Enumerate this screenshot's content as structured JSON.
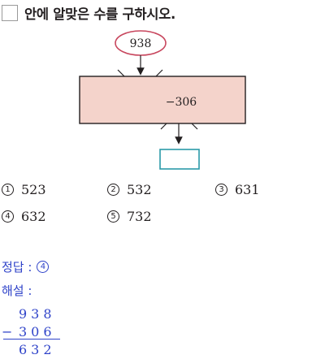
{
  "question": {
    "text": "안에 알맞은 수를 구하시오."
  },
  "diagram": {
    "input_value": "938",
    "operation": "−306",
    "answer_box": ""
  },
  "choices": [
    {
      "marker": "1",
      "value": "523"
    },
    {
      "marker": "2",
      "value": "532"
    },
    {
      "marker": "3",
      "value": "631"
    },
    {
      "marker": "4",
      "value": "632"
    },
    {
      "marker": "5",
      "value": "732"
    }
  ],
  "answer": {
    "label": "정답 :",
    "marker": "4"
  },
  "explanation": {
    "label": "해설 :",
    "minuend": "938",
    "operator": "−",
    "subtrahend": "306",
    "result": "632"
  },
  "colors": {
    "box_fill": "#f4d3cb",
    "ellipse_stroke": "#c8475e",
    "answer_box_stroke": "#2b9aa8",
    "solution_text": "#2f43c9"
  }
}
